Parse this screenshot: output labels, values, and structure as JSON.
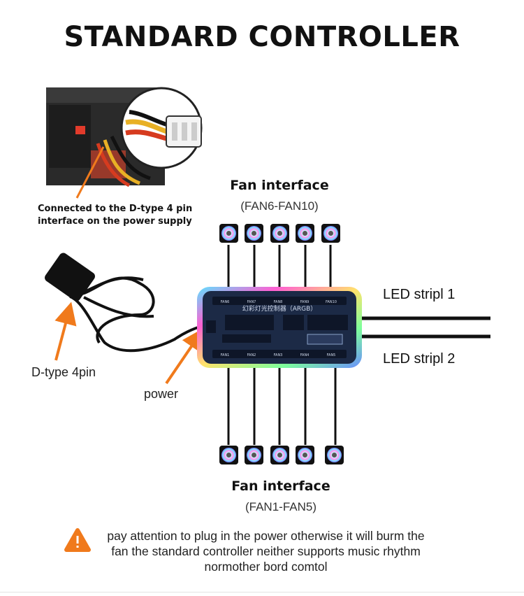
{
  "title": "STANDARD CONTROLLER",
  "psu_note": [
    "Connected to the D-type 4 pin",
    "interface on the power supply"
  ],
  "fan_top": {
    "title": "Fan interface",
    "range": "(FAN6-FAN10)"
  },
  "fan_bottom": {
    "title": "Fan interface",
    "range": "(FAN1-FAN5)"
  },
  "led_strip_1": "LED stripl 1",
  "led_strip_2": "LED stripl 2",
  "dtype_label": "D-type 4pin",
  "power_label": "power",
  "controller": {
    "heading": "幻彩灯光控制器（ARGB）",
    "port_labels_top": [
      "FAN6",
      "FAN7",
      "FAN8",
      "FAN9",
      "FAN10"
    ],
    "port_labels_bottom": [
      "FAN1",
      "FAN2",
      "FAN3",
      "FAN4",
      "FAN5"
    ]
  },
  "warning": [
    "pay attention to plug in the power otherwise it will burm the",
    "fan the standard controller neither supports music rhythm",
    "normother bord comtol"
  ],
  "colors": {
    "arrow": "#f07a1c",
    "warning_icon": "#f07a1c",
    "controller_body": "#1c2a46",
    "cable": "#111111"
  }
}
